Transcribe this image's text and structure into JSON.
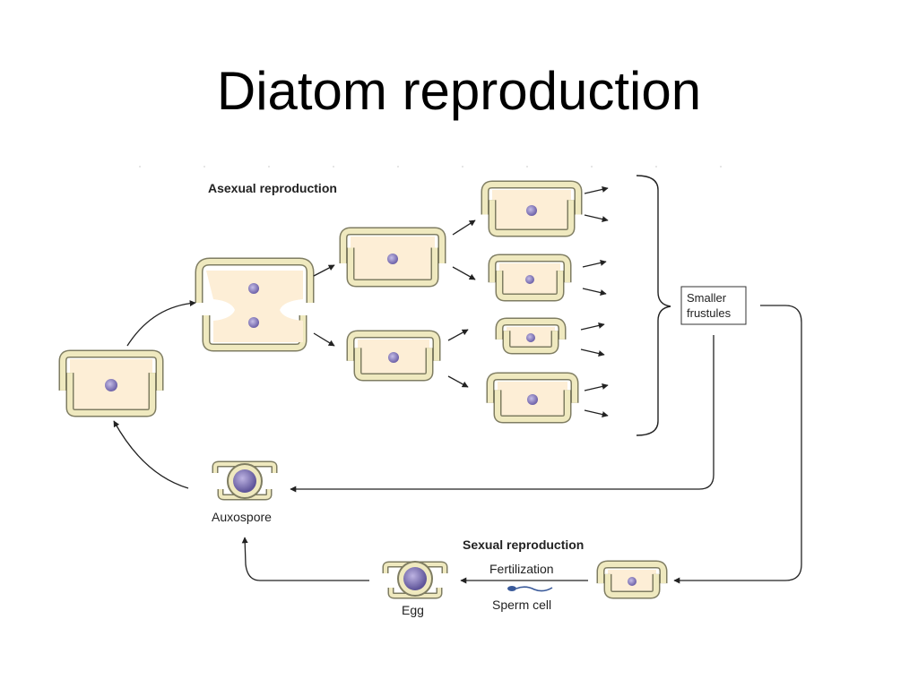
{
  "title": "Diatom reproduction",
  "labels": {
    "asexual": "Asexual reproduction",
    "sexual": "Sexual reproduction",
    "smaller_line1": "Smaller",
    "smaller_line2": "frustules",
    "auxospore": "Auxospore",
    "egg": "Egg",
    "fertilization": "Fertilization",
    "sperm": "Sperm cell"
  },
  "colors": {
    "frustule_fill": "#efe9bf",
    "frustule_stroke": "#7f7d62",
    "cytoplasm": "#fdeed6",
    "nucleus": "#8c7fc0",
    "arrow": "#222222"
  }
}
